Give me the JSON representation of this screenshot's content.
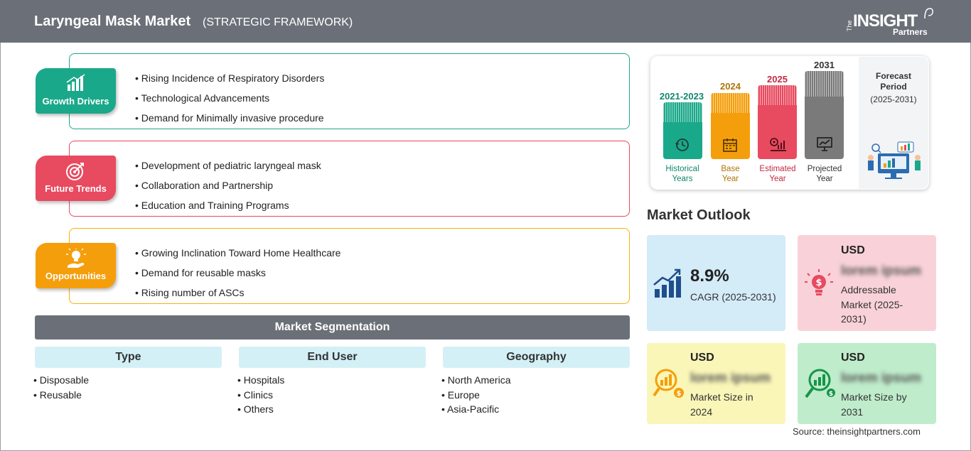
{
  "header": {
    "title": "Laryngeal Mask Market",
    "subtitle": "(STRATEGIC FRAMEWORK)",
    "logo_the": "The",
    "logo_insight": "INSIGHT",
    "logo_partners": "Partners"
  },
  "framework": [
    {
      "label": "Growth Drivers",
      "color": "#1aa88a",
      "icon": "bar-chart-icon",
      "items": [
        "Rising Incidence of Respiratory Disorders",
        "Technological Advancements",
        "Demand for Minimally invasive procedure"
      ]
    },
    {
      "label": "Future Trends",
      "color": "#e84a5f",
      "icon": "target-icon",
      "items": [
        "Development of pediatric laryngeal mask",
        "Collaboration and Partnership",
        "Education and Training Programs"
      ]
    },
    {
      "label": "Opportunities",
      "color": "#f59e0b",
      "icon": "lightbulb-hand-icon",
      "items": [
        "Growing Inclination Toward Home Healthcare",
        "Demand for reusable masks",
        "Rising number of ASCs"
      ]
    }
  ],
  "segmentation": {
    "title": "Market Segmentation",
    "columns": [
      {
        "heading": "Type",
        "items": [
          "Disposable",
          "Reusable"
        ]
      },
      {
        "heading": "End User",
        "items": [
          "Hospitals",
          "Clinics",
          "Others"
        ]
      },
      {
        "heading": "Geography",
        "items": [
          "North America",
          "Europe",
          "Asia-Pacific"
        ]
      }
    ]
  },
  "timeline": {
    "bars": [
      {
        "year": "2021-2023",
        "label1": "Historical",
        "label2": "Years",
        "color": "#1aa88a",
        "icon": "history-icon"
      },
      {
        "year": "2024",
        "label1": "Base",
        "label2": "Year",
        "color": "#f59e0b",
        "icon": "calendar-icon"
      },
      {
        "year": "2025",
        "label1": "Estimated",
        "label2": "Year",
        "color": "#e84a5f",
        "icon": "gear-chart-icon"
      },
      {
        "year": "2031",
        "label1": "Projected",
        "label2": "Year",
        "color": "#7a7a7a",
        "icon": "presentation-icon"
      }
    ],
    "forecast": {
      "line1": "Forecast",
      "line2": "Period",
      "line3": "(2025-2031)"
    }
  },
  "outlook": {
    "title": "Market Outlook",
    "cagr": {
      "value": "8.9%",
      "label": "CAGR (2025-2031)"
    },
    "addressable": {
      "usd": "USD",
      "value": "lorem ipsum",
      "label": "Addressable Market (2025-2031)"
    },
    "size_2024": {
      "usd": "USD",
      "value": "lorem ipsum",
      "label": "Market Size in 2024"
    },
    "size_2031": {
      "usd": "USD",
      "value": "lorem ipsum",
      "label": "Market Size by 2031"
    }
  },
  "source": "Source: theinsightpartners.com"
}
